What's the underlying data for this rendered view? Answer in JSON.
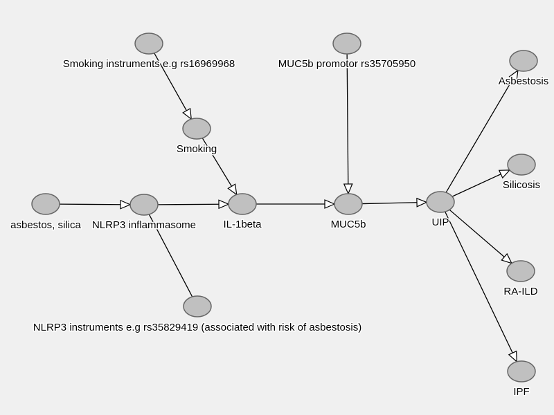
{
  "colors": {
    "background": "#f0f0f0",
    "node_fill": "#c0c0c0",
    "node_stroke": "#666666",
    "edge": "#000000"
  },
  "nodes": [
    {
      "id": "smoking_instr",
      "label": "Smoking instruments e.g rs16969968"
    },
    {
      "id": "muc5b_promotor",
      "label": "MUC5b promotor rs35705950"
    },
    {
      "id": "smoking",
      "label": "Smoking"
    },
    {
      "id": "asbestos_silica",
      "label": "asbestos, silica"
    },
    {
      "id": "nlrp3",
      "label": "NLRP3 inflammasome"
    },
    {
      "id": "il1beta",
      "label": "IL-1beta"
    },
    {
      "id": "muc5b",
      "label": "MUC5b"
    },
    {
      "id": "uip",
      "label": "UIP"
    },
    {
      "id": "asbestosis",
      "label": "Asbestosis"
    },
    {
      "id": "silicosis",
      "label": "Silicosis"
    },
    {
      "id": "ra_ild",
      "label": "RA-ILD"
    },
    {
      "id": "ipf",
      "label": "IPF"
    },
    {
      "id": "nlrp3_instr",
      "label": "NLRP3 instruments e.g rs35829419 (associated with risk of asbestosis)"
    }
  ],
  "edges": [
    {
      "from": "smoking_instr",
      "to": "smoking",
      "arrow": true
    },
    {
      "from": "smoking",
      "to": "il1beta",
      "arrow": true
    },
    {
      "from": "asbestos_silica",
      "to": "nlrp3",
      "arrow": true
    },
    {
      "from": "nlrp3",
      "to": "il1beta",
      "arrow": true
    },
    {
      "from": "nlrp3_instr",
      "to": "nlrp3",
      "arrow": false
    },
    {
      "from": "il1beta",
      "to": "muc5b",
      "arrow": true
    },
    {
      "from": "muc5b_promotor",
      "to": "muc5b",
      "arrow": true
    },
    {
      "from": "muc5b",
      "to": "uip",
      "arrow": true
    },
    {
      "from": "uip",
      "to": "asbestosis",
      "arrow": true
    },
    {
      "from": "uip",
      "to": "silicosis",
      "arrow": true
    },
    {
      "from": "uip",
      "to": "ra_ild",
      "arrow": true
    },
    {
      "from": "uip",
      "to": "ipf",
      "arrow": true
    }
  ]
}
